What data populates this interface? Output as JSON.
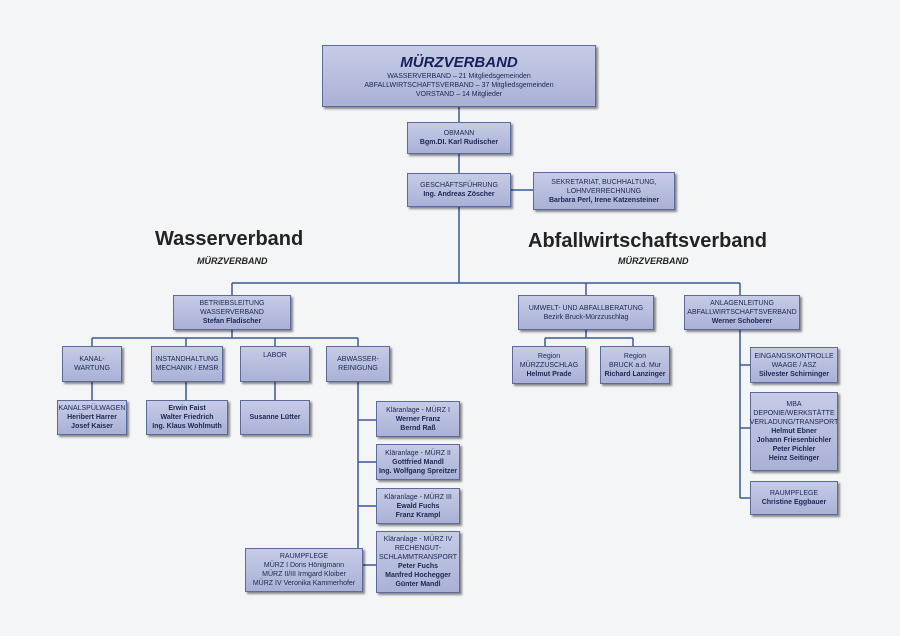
{
  "top": {
    "title": "MÜRZVERBAND",
    "lines": [
      "WASSERVERBAND – 21 Mitgliedsgemeinden",
      "ABFALLWIRTSCHAFTSVERBAND – 37 Mitgliedsgemeinden",
      "VORSTAND – 14 Mitglieder"
    ]
  },
  "obmann": {
    "role": "OBMANN",
    "name": "Bgm.DI. Karl Rudischer"
  },
  "gf": {
    "role": "GESCHÄFTSFÜHRUNG",
    "name": "Ing. Andreas Zöscher"
  },
  "sekretariat": {
    "role1": "SEKRETARIAT, BUCHHALTUNG,",
    "role2": "LOHNVERRECHNUNG",
    "names": "Barbara Perl,  Irene Katzensteiner"
  },
  "wasser": {
    "heading": "Wasserverband",
    "sub": "MÜRZVERBAND"
  },
  "abfall": {
    "heading": "Abfallwirtschaftsverband",
    "sub": "MÜRZVERBAND"
  },
  "betriebsleitung": {
    "role1": "BETRIEBSLEITUNG",
    "role2": "WASSERVERBAND",
    "name": "Stefan Fladischer"
  },
  "kanal": {
    "role1": "KANAL-",
    "role2": "WARTUNG",
    "staff_role": "KANALSPÜLWAGEN",
    "staff1": "Heribert Harrer",
    "staff2": "Josef Kaiser"
  },
  "instand": {
    "role1": "INSTANDHALTUNG",
    "role2": "MECHANIK / EMSR",
    "staff1": "Erwin Faist",
    "staff2": "Walter Friedrich",
    "staff3": "Ing. Klaus Wohlmuth"
  },
  "labor": {
    "role": "LABOR",
    "staff1": "Susanne Lütter"
  },
  "abwasser": {
    "role1": "ABWASSER-",
    "role2": "REINIGUNG"
  },
  "kl1": {
    "role": "Kläranlage - MÜRZ I",
    "n1": "Werner Franz",
    "n2": "Bernd Raß"
  },
  "kl2": {
    "role": "Kläranlage - MÜRZ II",
    "n1": "Gottfried Mandl",
    "n2": "Ing. Wolfgang Spreitzer"
  },
  "kl3": {
    "role": "Kläranlage - MÜRZ III",
    "n1": "Ewald Fuchs",
    "n2": "Franz Krampl"
  },
  "kl4": {
    "role1": "Kläranlage - MÜRZ IV",
    "role2": "RECHENGUT-",
    "role3": "SCHLAMMTRANSPORT",
    "n1": "Peter Fuchs",
    "n2": "Manfred Hochegger",
    "n3": "Günter Mandl"
  },
  "raum1": {
    "role": "RAUMPFLEGE",
    "l1": "MÜRZ I Doris Hönigmann",
    "l2": "MÜRZ II/III Irmgard Kloiber",
    "l3": "MÜRZ IV Veronika Kammerhofer"
  },
  "umwelt": {
    "role1": "UMWELT- UND ABFALLBERATUNG",
    "role2": "Bezirk Bruck-Mürzzuschlag"
  },
  "region1": {
    "role1": "Region",
    "role2": "MÜRZZUSCHLAG",
    "name": "Helmut Prade"
  },
  "region2": {
    "role1": "Region",
    "role2": "BRUCK a.d. Mur",
    "name": "Richard Lanzinger"
  },
  "anlagen": {
    "role1": "ANLAGENLEITUNG",
    "role2": "ABFALLWIRTSCHAFTSVERBAND",
    "name": "Werner Schoberer"
  },
  "eingang": {
    "role1": "EINGANGSKONTROLLE",
    "role2": "WAAGE / ASZ",
    "name": "Silvester Schirninger"
  },
  "mba": {
    "role1": "MBA",
    "role2": "DEPONIE/WERKSTÄTTE",
    "role3": "VERLADUNG/TRANSPORT",
    "n1": "Helmut Ebner",
    "n2": "Johann Friesenbichler",
    "n3": "Peter Pichler",
    "n4": "Heinz Seitinger"
  },
  "raum2": {
    "role": "RAUMPFLEGE",
    "name": "Christine Eggbauer"
  },
  "colors": {
    "box_fill": "#b6bce0",
    "box_border": "#5d6b9c",
    "line": "#3a5a9a",
    "text": "#1d2753"
  }
}
